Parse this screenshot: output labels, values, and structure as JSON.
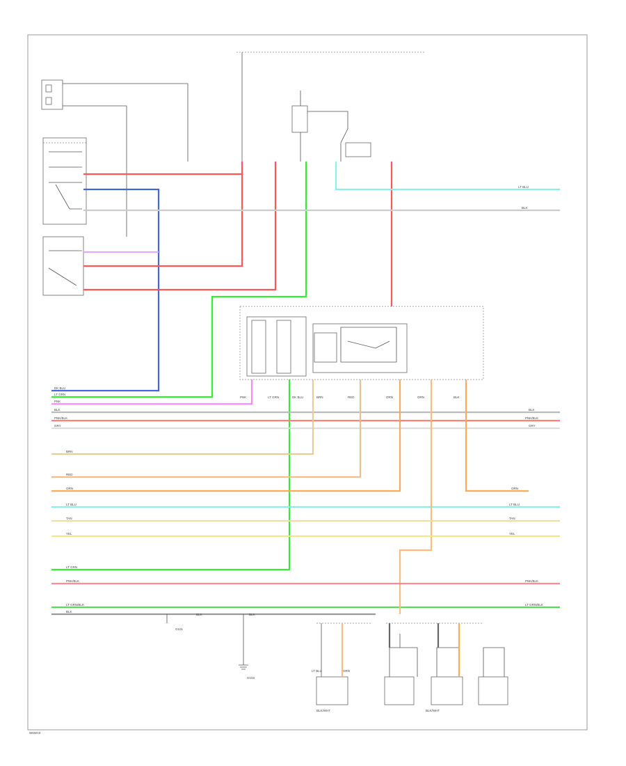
{
  "diagram": {
    "colors": {
      "frame": "#9a9a9a",
      "blue": "#4466dd",
      "red": "#ff4d4d",
      "pink_light": "#ff9aa0",
      "green": "#33ee33",
      "magenta": "#ff88ff",
      "cyan": "#88eeee",
      "tan": "#e8cc99",
      "orange": "#ffaa55",
      "yellow": "#f2e88a",
      "olive": "#cccc88",
      "gray": "#bbbbbb"
    },
    "left_wire_labels": [
      "DK BLU",
      "LT GRN",
      "PNK",
      "BLK",
      "PNK/BLK",
      "GRY",
      "BRN",
      "RED",
      "ORN",
      "LT BLU",
      "TAN",
      "YEL",
      "LT GRN",
      "PNK/BLK",
      "LT GRN/BLK",
      "BLK"
    ],
    "right_wire_labels": [
      "LT BLU",
      "BLK",
      "BLK",
      "PNK/BLK",
      "GRY",
      "ORN",
      "LT BLU",
      "TAN",
      "YEL",
      "PNK/BLK",
      "LT GRN/BLK"
    ],
    "module_pin_labels": [
      "PNK",
      "LT GRN",
      "DK BLU",
      "BRN",
      "RED",
      "ORN",
      "ORN",
      "BLK"
    ],
    "bottom_labels": [
      "G101",
      "G103",
      "BLK",
      "BLK",
      "LT BLU",
      "ORN",
      "BLK/WHT",
      "BLK/WHT"
    ],
    "footer_id": "W6WA0"
  }
}
